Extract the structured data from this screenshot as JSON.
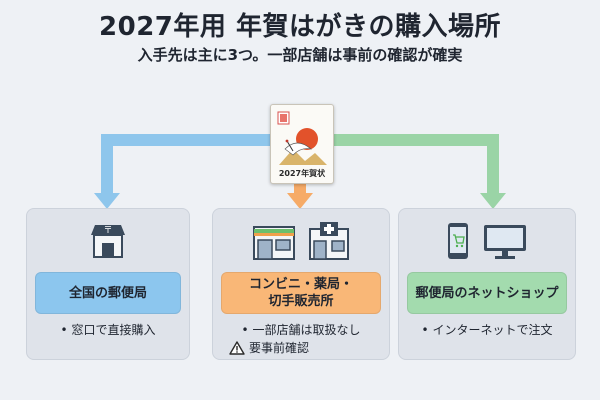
{
  "title": "2027年用 年賀はがきの購入場所",
  "subtitle": "入手先は主に3つ。一部店舗は事前の確認が確実",
  "postcard": {
    "label": "2027年賀状"
  },
  "colors": {
    "blue": "#7fbfe8",
    "orange": "#f6ab67",
    "green": "#93d3a0"
  },
  "panels": [
    {
      "label": "全国の郵便局",
      "notes": [
        "• 窓口で直接購入"
      ],
      "icons": [
        "post-office-icon"
      ]
    },
    {
      "label_line1": "コンビニ・薬局・",
      "label_line2": "切手販売所",
      "notes": [
        "• 一部店舗は取扱なし"
      ],
      "warning": "要事前確認",
      "icons": [
        "convenience-store-icon",
        "pharmacy-icon"
      ]
    },
    {
      "label": "郵便局のネットショップ",
      "notes": [
        "• インターネットで注文"
      ],
      "icons": [
        "smartphone-icon",
        "desktop-monitor-icon"
      ]
    }
  ]
}
